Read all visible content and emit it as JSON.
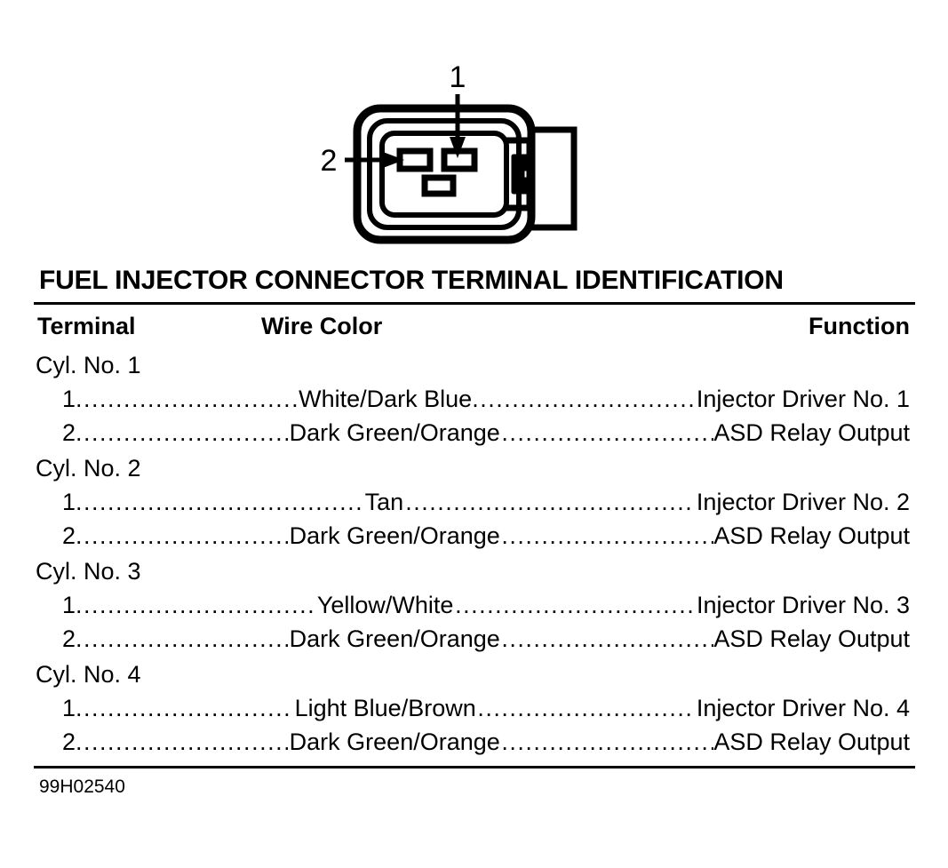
{
  "figure": {
    "title": "FUEL INJECTOR CONNECTOR TERMINAL IDENTIFICATION",
    "code": "99H02540",
    "callouts": {
      "terminal_1": "1",
      "terminal_2": "2"
    }
  },
  "table": {
    "columns": {
      "terminal": "Terminal",
      "wire_color": "Wire Color",
      "function": "Function"
    },
    "groups": [
      {
        "label": "Cyl. No. 1",
        "rows": [
          {
            "terminal": "1",
            "wire_color": "White/Dark Blue",
            "function": "Injector Driver No. 1"
          },
          {
            "terminal": "2",
            "wire_color": "Dark Green/Orange",
            "function": "ASD Relay Output"
          }
        ]
      },
      {
        "label": "Cyl. No. 2",
        "rows": [
          {
            "terminal": "1",
            "wire_color": "Tan",
            "function": "Injector Driver No. 2"
          },
          {
            "terminal": "2",
            "wire_color": "Dark Green/Orange",
            "function": "ASD Relay Output"
          }
        ]
      },
      {
        "label": "Cyl. No. 3",
        "rows": [
          {
            "terminal": "1",
            "wire_color": "Yellow/White",
            "function": "Injector Driver No. 3"
          },
          {
            "terminal": "2",
            "wire_color": "Dark Green/Orange",
            "function": "ASD Relay Output"
          }
        ]
      },
      {
        "label": "Cyl. No. 4",
        "rows": [
          {
            "terminal": "1",
            "wire_color": "Light Blue/Brown",
            "function": "Injector Driver No. 4"
          },
          {
            "terminal": "2",
            "wire_color": "Dark Green/Orange",
            "function": "ASD Relay Output"
          }
        ]
      }
    ]
  },
  "colors": {
    "ink": "#000000",
    "paper": "#ffffff"
  }
}
